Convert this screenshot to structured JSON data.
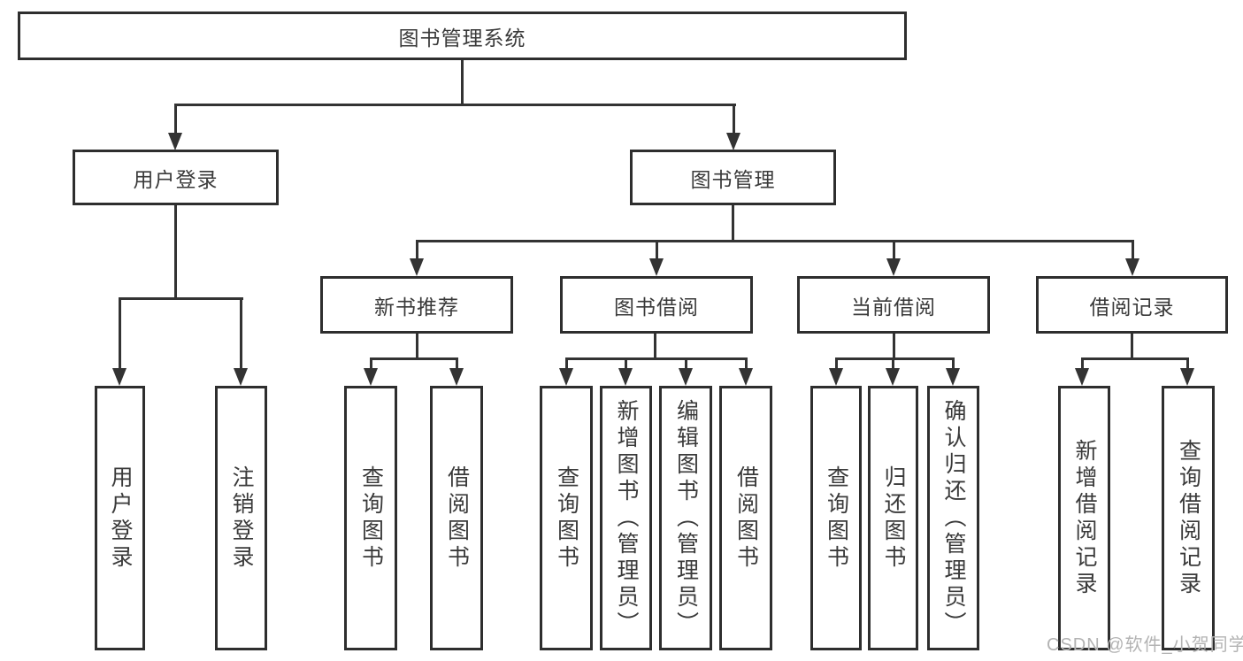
{
  "diagram": {
    "nodes": {
      "root": "图书管理系统",
      "user_login": "用户登录",
      "book_mgmt": "图书管理",
      "login_login": "用户登录",
      "login_logout": "注销登录",
      "new_books": "新书推荐",
      "book_borrow": "图书借阅",
      "current_borrow": "当前借阅",
      "borrow_records": "借阅记录",
      "nb_query": "查询图书",
      "nb_borrow": "借阅图书",
      "bb_query": "查询图书",
      "bb_add": "新增图书（管理员）",
      "bb_edit": "编辑图书（管理员）",
      "bb_borrow": "借阅图书",
      "cb_query": "查询图书",
      "cb_return": "归还图书",
      "cb_confirm": "确认归还（管理员）",
      "br_add": "新增借阅记录",
      "br_query": "查询借阅记录"
    }
  },
  "watermark": "CSDN @软件_小贺同学",
  "colors": {
    "line": "#333333",
    "border": "#2e2e2e",
    "text": "#3a3a3a",
    "watermark": "#b3b3b3",
    "background": "#ffffff"
  }
}
